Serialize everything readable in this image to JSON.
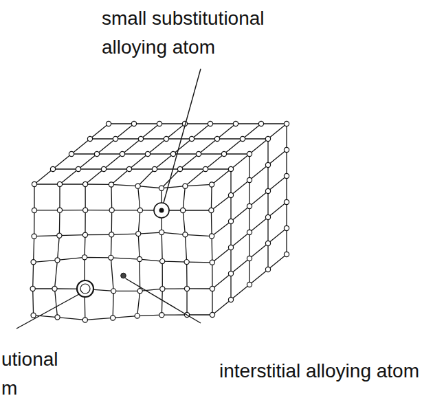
{
  "diagram": {
    "labels": [
      "small substitutional alloying atom",
      "utional m",
      "interstitial alloying atom"
    ]
  }
}
